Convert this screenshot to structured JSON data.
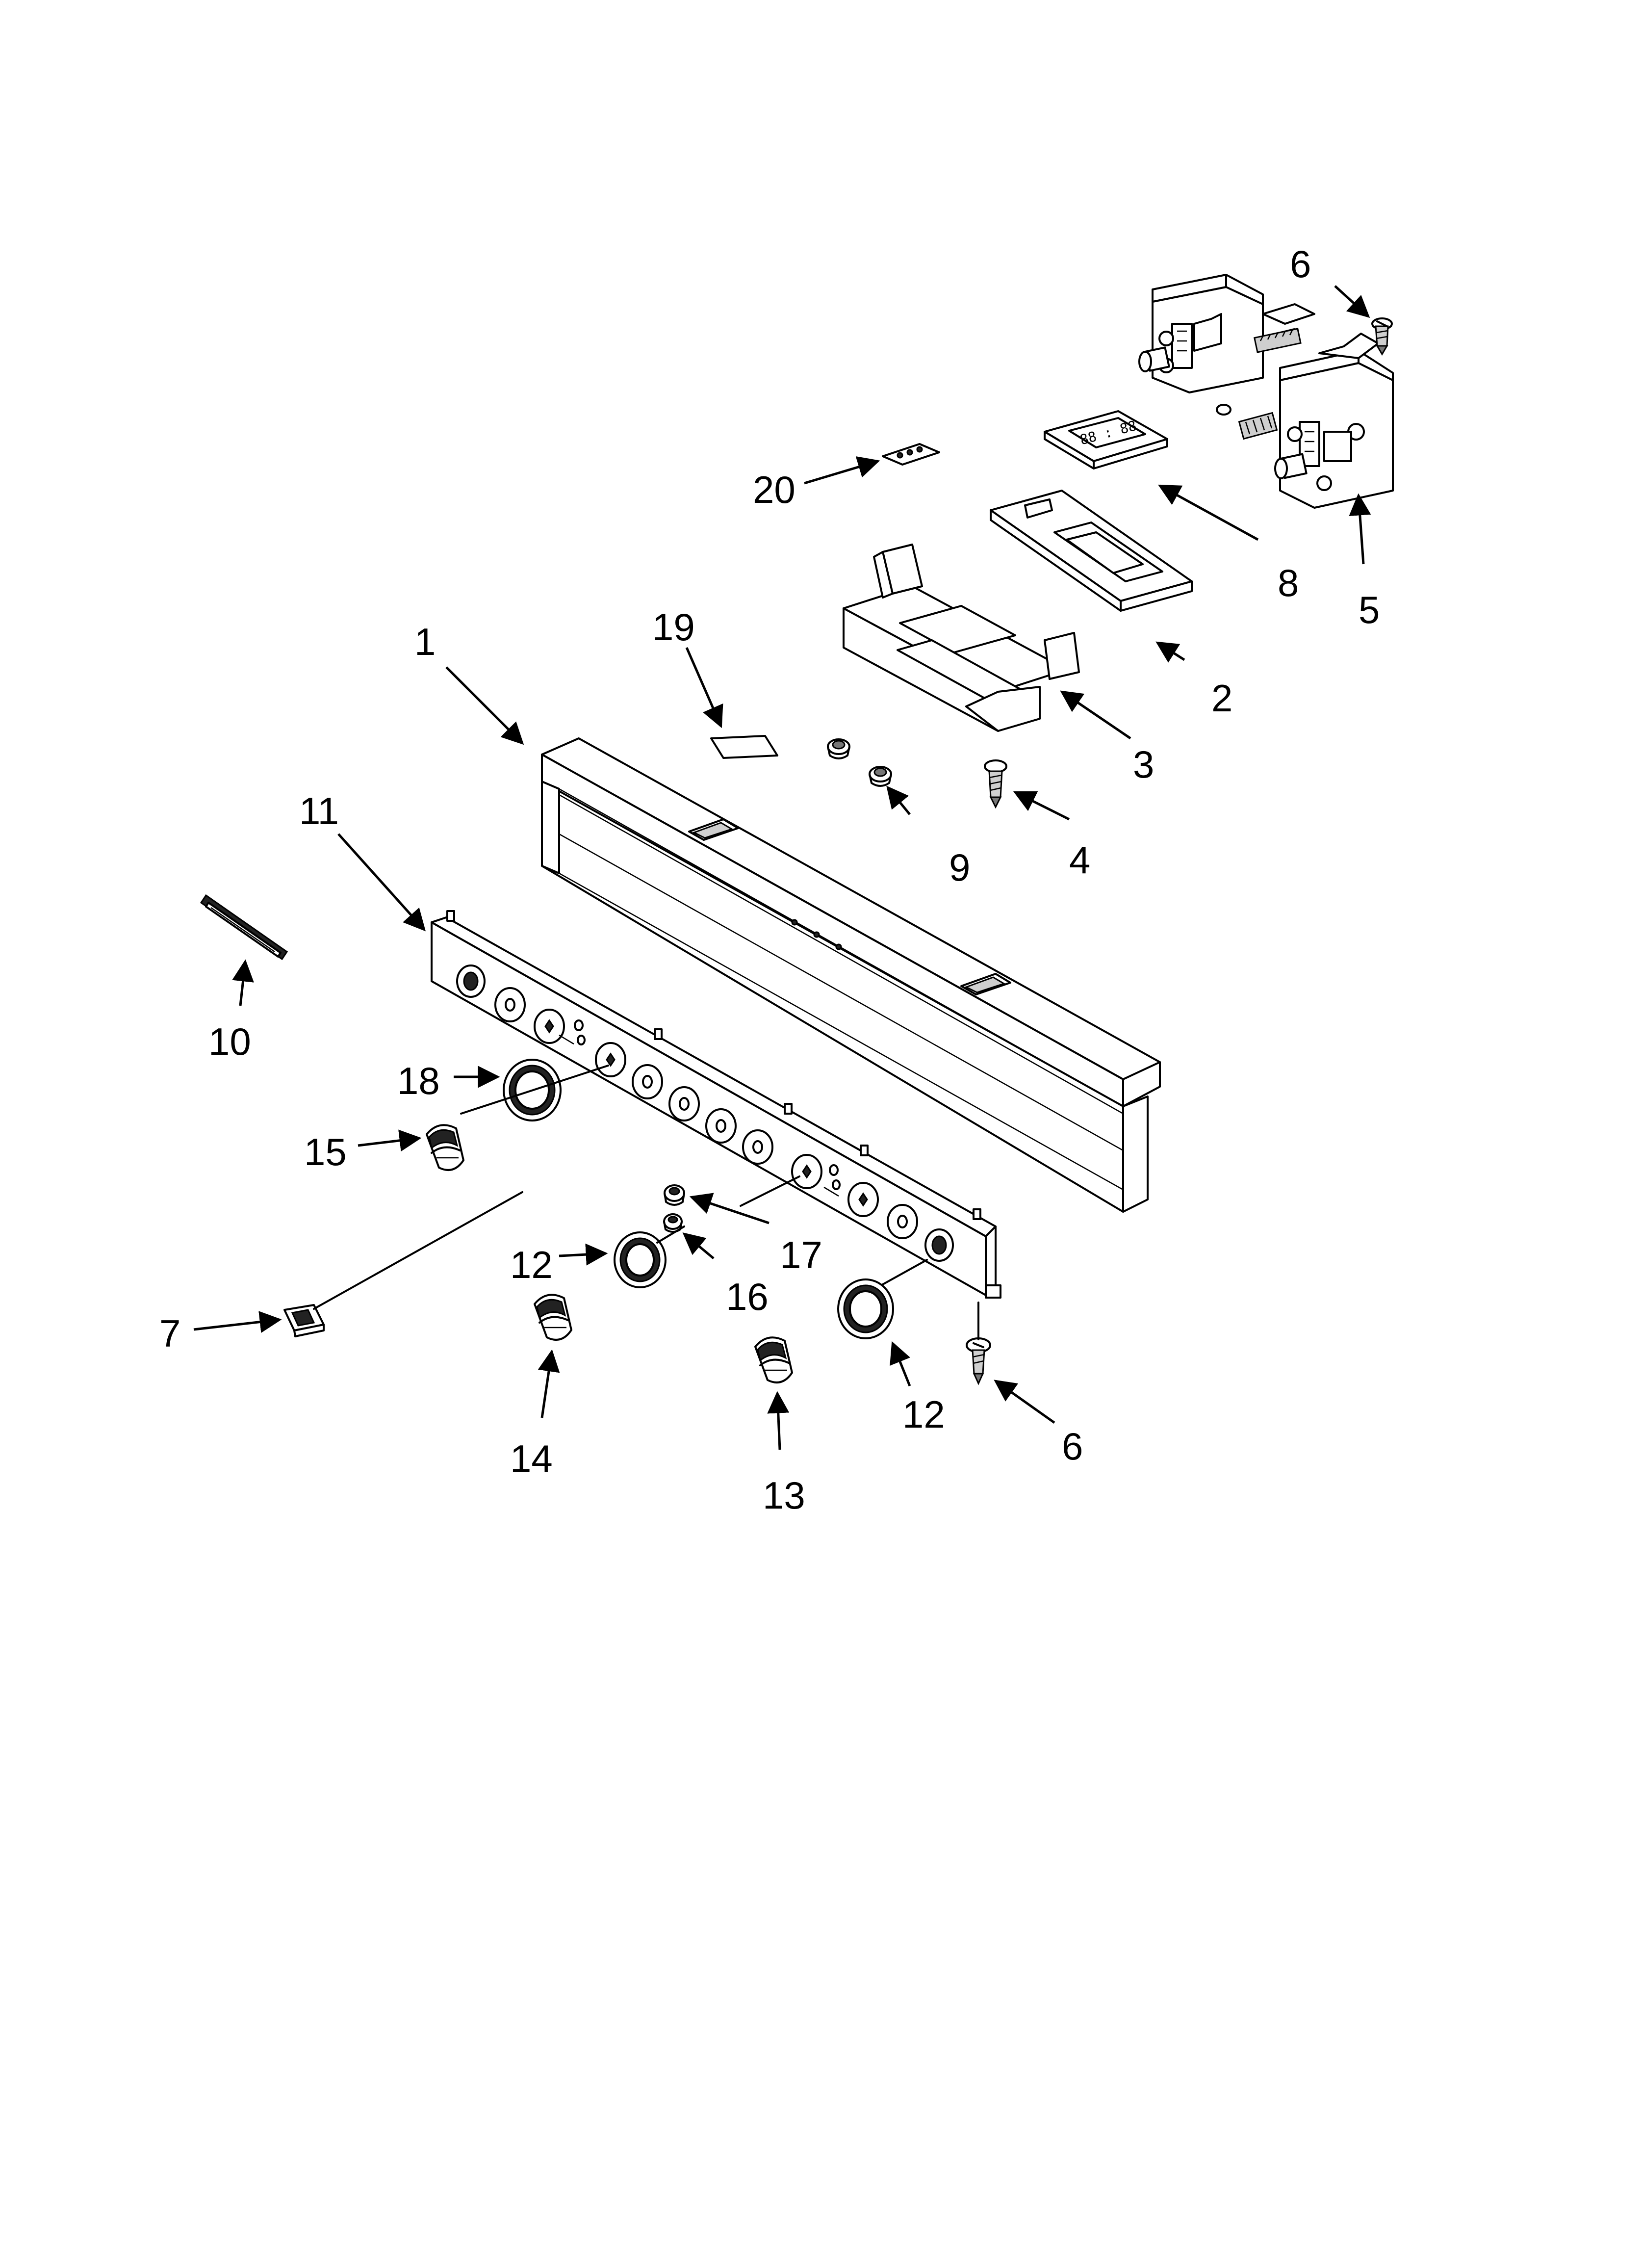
{
  "labels": {
    "p1": "1",
    "p2": "2",
    "p3": "3",
    "p4": "4",
    "p5": "5",
    "p6a": "6",
    "p6b": "6",
    "p7": "7",
    "p8": "8",
    "p9": "9",
    "p10": "10",
    "p11": "11",
    "p12a": "12",
    "p12b": "12",
    "p13": "13",
    "p14": "14",
    "p15": "15",
    "p16": "16",
    "p17": "17",
    "p18": "18",
    "p19": "19",
    "p20": "20"
  },
  "display": {
    "readout": "88 : 88"
  }
}
